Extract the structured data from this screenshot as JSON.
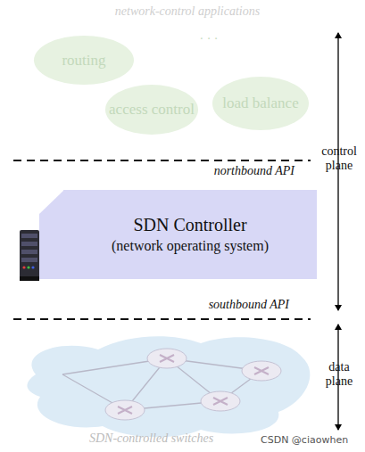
{
  "diagram": {
    "nodes": [
      {
        "text": [
          "routing"
        ]
      },
      {
        "text": [
          "access control"
        ]
      },
      {
        "text": [
          "load balance"
        ]
      },
      {
        "text": [
          "SDN Controller",
          "(network operating system)"
        ]
      },
      {
        "text": [
          "SDN-controlled switches"
        ]
      }
    ],
    "labels": [
      "network-control applications",
      "· · ·",
      "northbound API",
      "southbound API",
      "control plane",
      "data plane",
      "CSDN @ciaowhen"
    ]
  }
}
